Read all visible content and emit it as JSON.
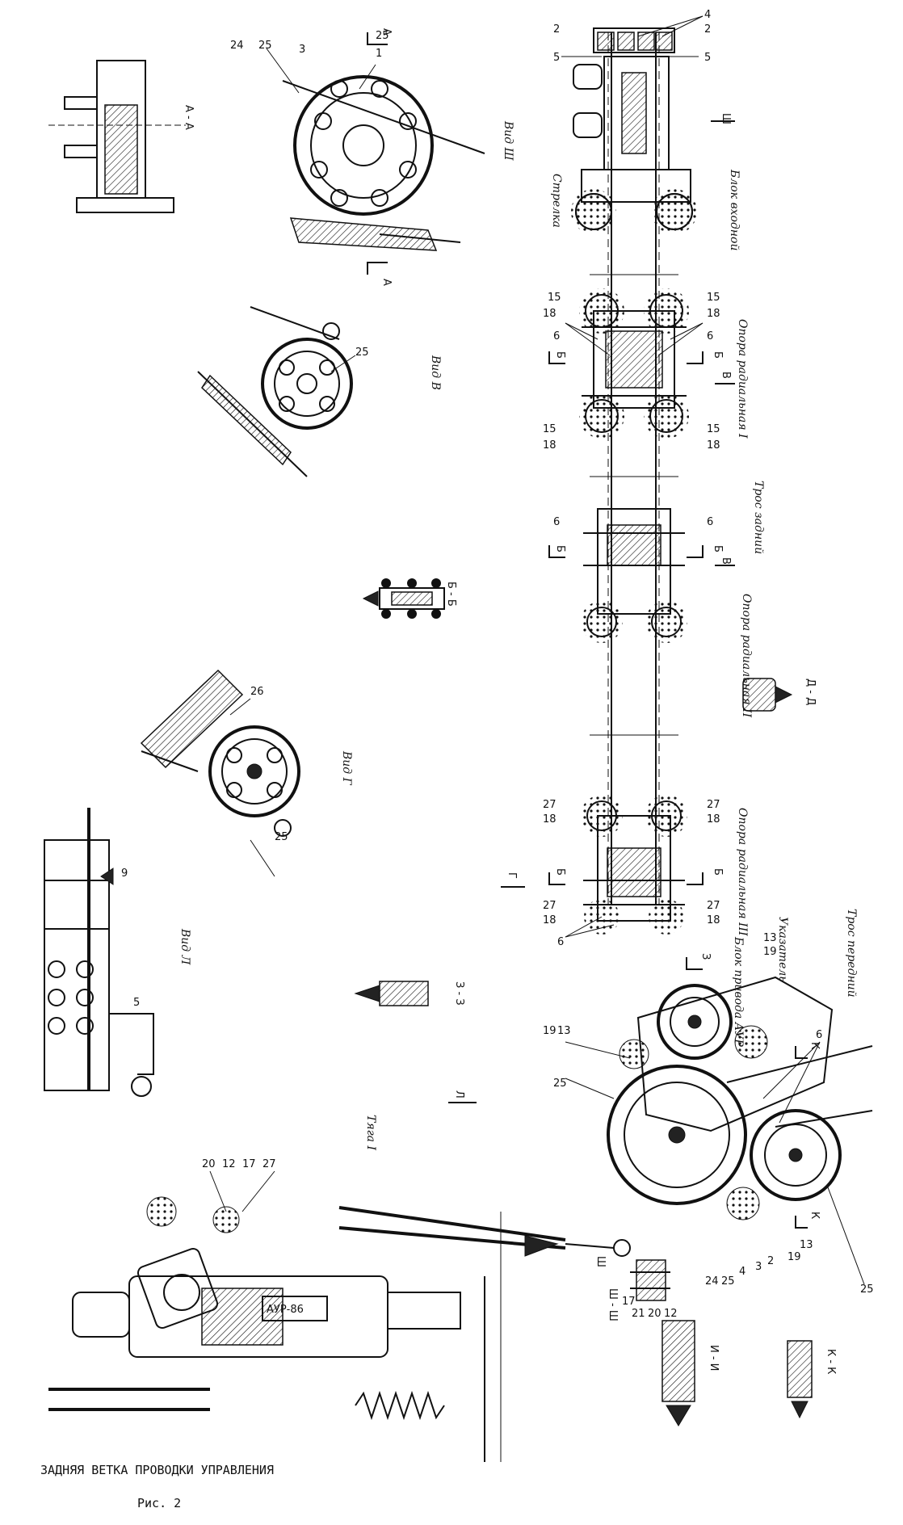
{
  "caption": {
    "title": "ЗАДНЯЯ ВЕТКА ПРОВОДКИ УПРАВЛЕНИЯ",
    "figure": "Рис. 2"
  },
  "views": {
    "view_sh": "Вид Ш",
    "view_v": "Вид В",
    "view_g": "Вид Г",
    "view_l": "Вид Л"
  },
  "sections": {
    "a_a": "А - А",
    "b_b": "Б - Б",
    "d_d": "Д - Д",
    "z_z": "З - З",
    "sh_sh": "Ш - Ш",
    "i_i": "И - И",
    "k_k": "К - К"
  },
  "components": {
    "blok_vkhodnoy": "Блок входной",
    "strelka": "Стрелка",
    "opora_1": "Опора радиальная I",
    "tros_zadniy": "Трос задний",
    "opora_2": "Опора радиальная II",
    "opora_3": "Опора радиальная III",
    "blok_privoda": "Блок привода АУР",
    "ukazatel": "Указатель",
    "tros_peredniy": "Трос передний",
    "tyaga": "Тяга I",
    "aur_plate": "АУР-86"
  },
  "section_marks": {
    "a": "А",
    "b": "Б",
    "v": "В",
    "g": "Г",
    "z": "З",
    "k": "К",
    "l": "Л",
    "sh": "Ш"
  },
  "callouts": {
    "n1": "1",
    "n2": "2",
    "n3": "3",
    "n4": "4",
    "n5": "5",
    "n6": "6",
    "n9": "9",
    "n12": "12",
    "n13": "13",
    "n15": "15",
    "n17": "17",
    "n18": "18",
    "n19": "19",
    "n20": "20",
    "n21": "21",
    "n24": "24",
    "n25": "25",
    "n26": "26",
    "n27": "27"
  }
}
